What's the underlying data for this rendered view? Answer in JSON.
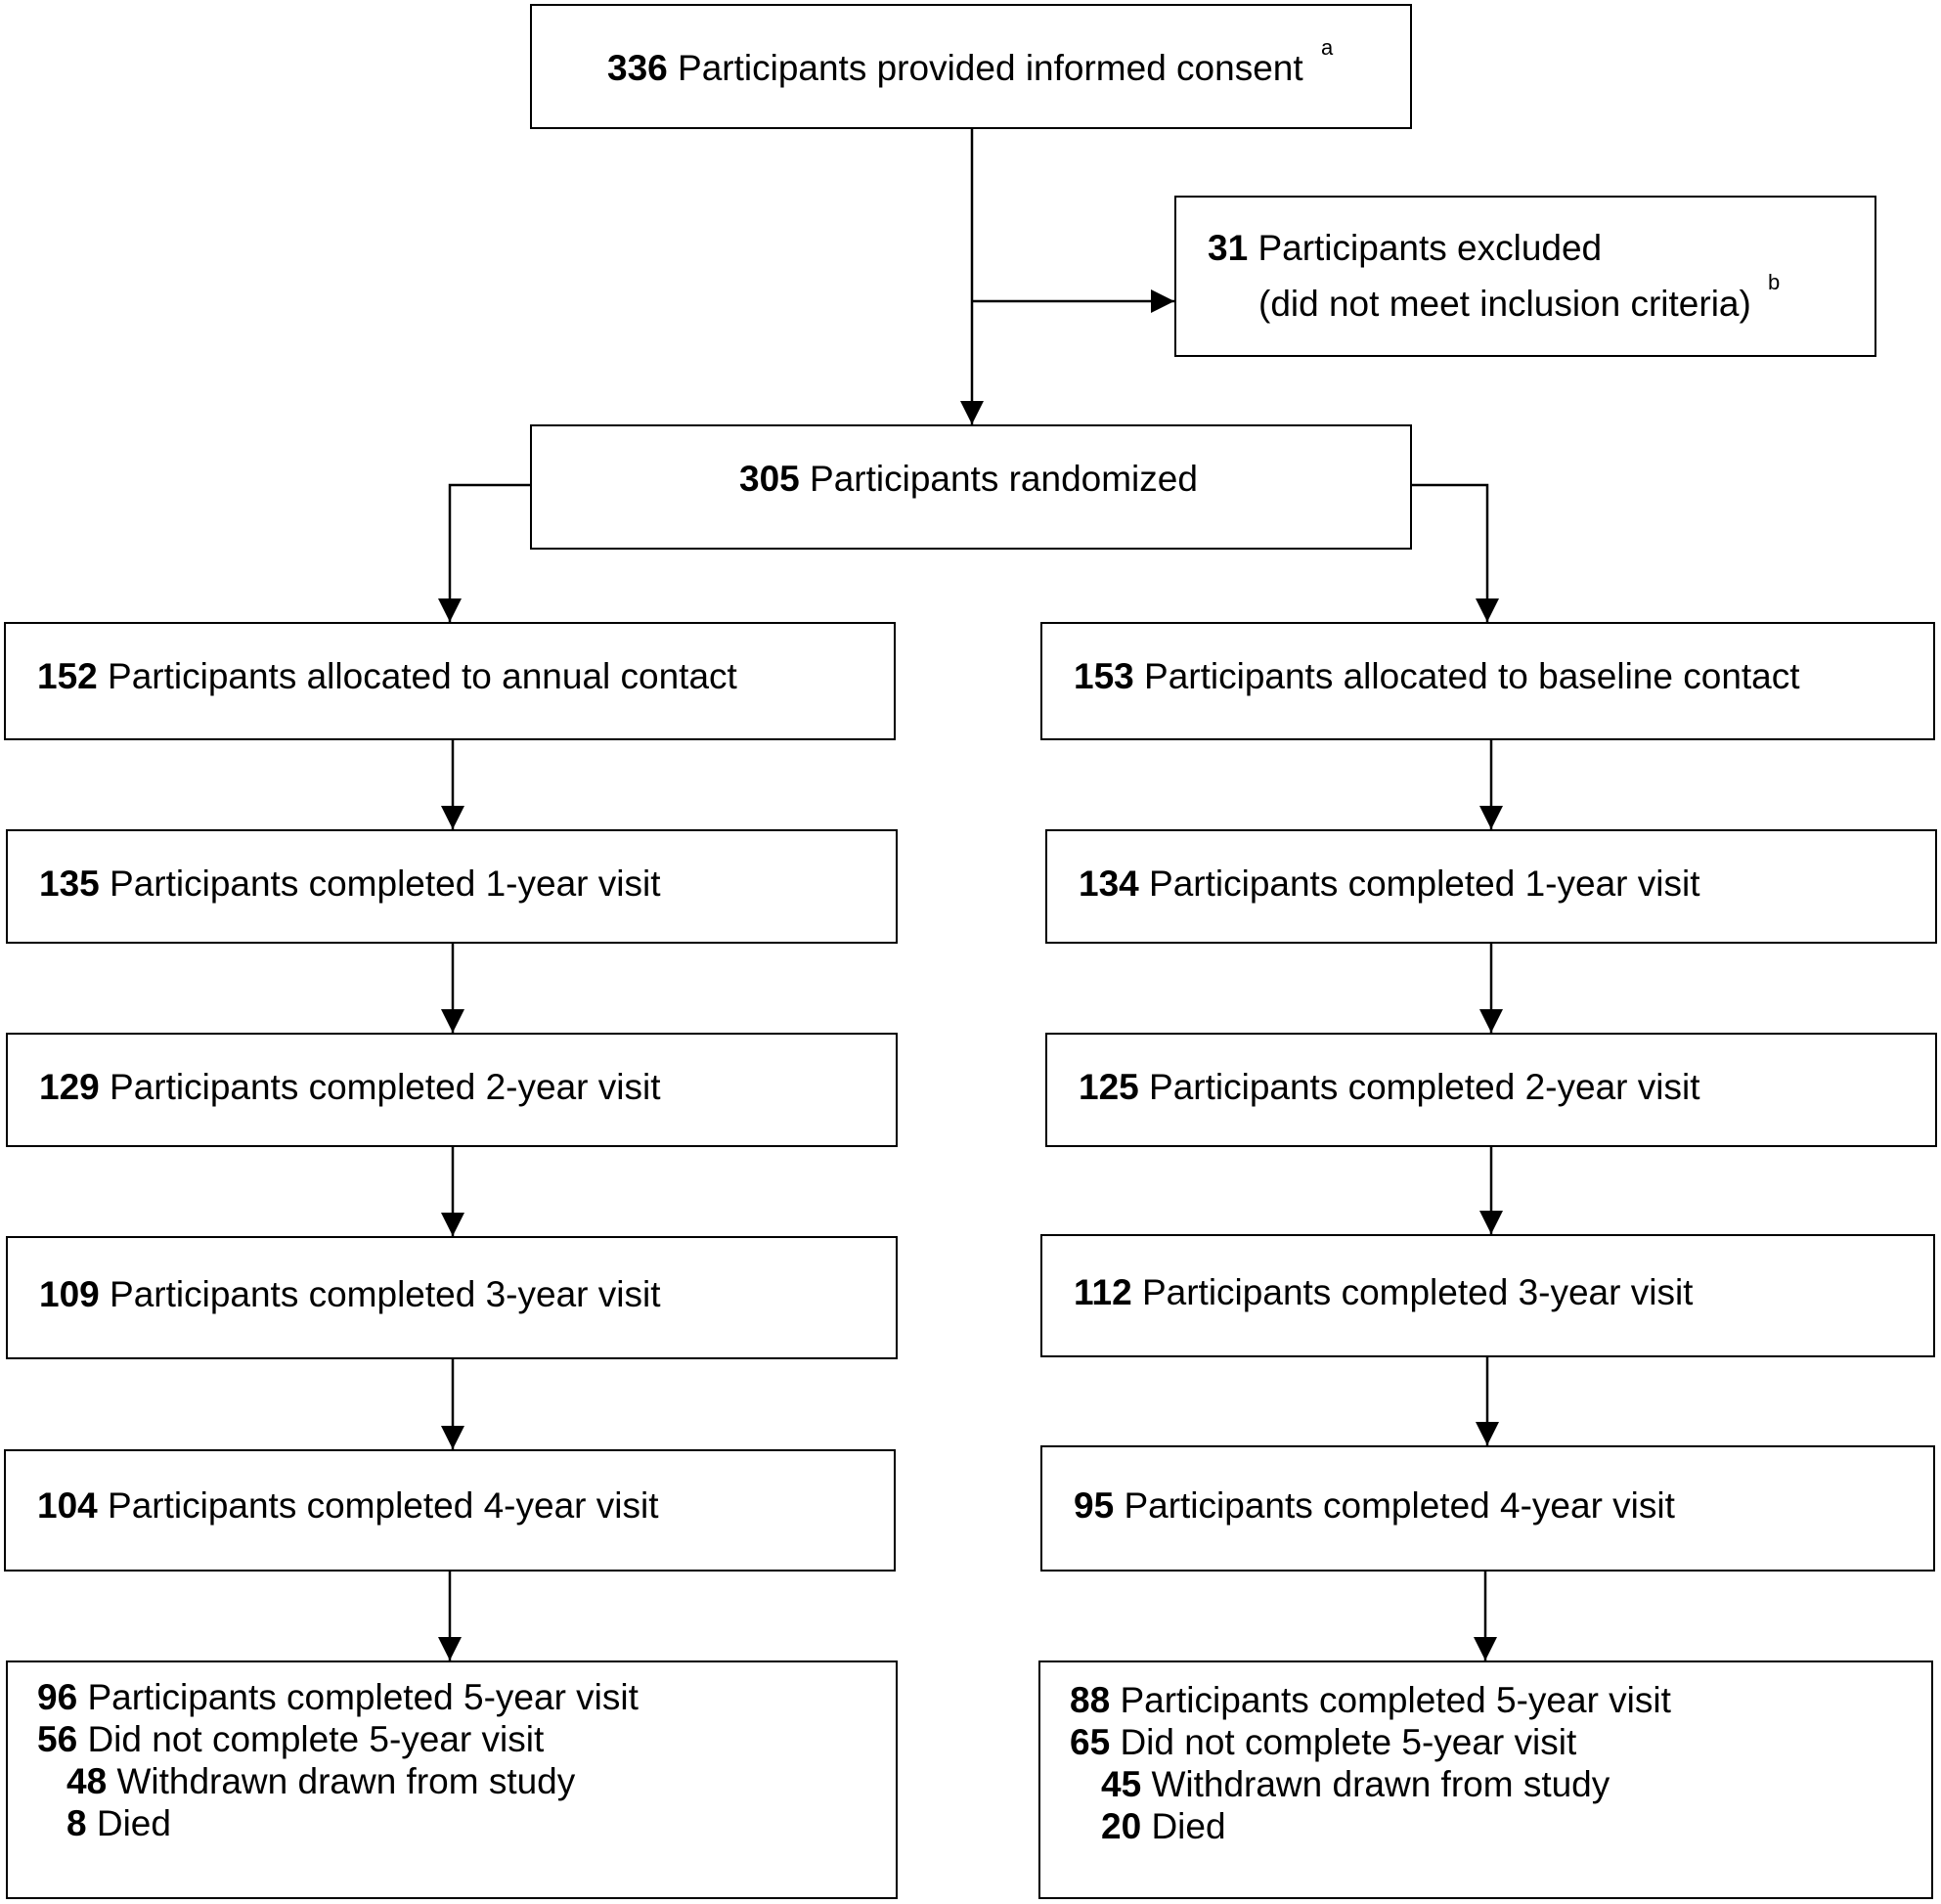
{
  "consent": {
    "count": "336",
    "text": "Participants provided informed consent",
    "note": "a"
  },
  "excluded": {
    "count": "31",
    "text": "Participants excluded",
    "reason": "(did not meet inclusion criteria)",
    "note": "b"
  },
  "randomized": {
    "count": "305",
    "text": "Participants randomized"
  },
  "annual": {
    "allocated": {
      "count": "152",
      "text": "Participants allocated to annual contact"
    },
    "visits": [
      {
        "count": "135",
        "text": "Participants completed 1-year visit"
      },
      {
        "count": "129",
        "text": "Participants completed 2-year visit"
      },
      {
        "count": "109",
        "text": "Participants completed 3-year visit"
      },
      {
        "count": "104",
        "text": "Participants completed 4-year visit"
      }
    ],
    "final": [
      {
        "count": "96",
        "text": "Participants completed 5-year visit"
      },
      {
        "count": "56",
        "text": "Did not complete 5-year visit"
      },
      {
        "count": "48",
        "text": "Withdrawn drawn from study"
      },
      {
        "count": "8",
        "text": "Died"
      }
    ]
  },
  "baseline": {
    "allocated": {
      "count": "153",
      "text": "Participants allocated to baseline contact"
    },
    "visits": [
      {
        "count": "134",
        "text": "Participants completed 1-year visit"
      },
      {
        "count": "125",
        "text": "Participants completed 2-year visit"
      },
      {
        "count": "112",
        "text": "Participants completed 3-year visit"
      },
      {
        "count": "95",
        "text": "Participants completed 4-year visit"
      }
    ],
    "final": [
      {
        "count": "88",
        "text": "Participants completed 5-year visit"
      },
      {
        "count": "65",
        "text": "Did not complete 5-year visit"
      },
      {
        "count": "45",
        "text": "Withdrawn drawn from study"
      },
      {
        "count": "20",
        "text": "Died"
      }
    ]
  }
}
